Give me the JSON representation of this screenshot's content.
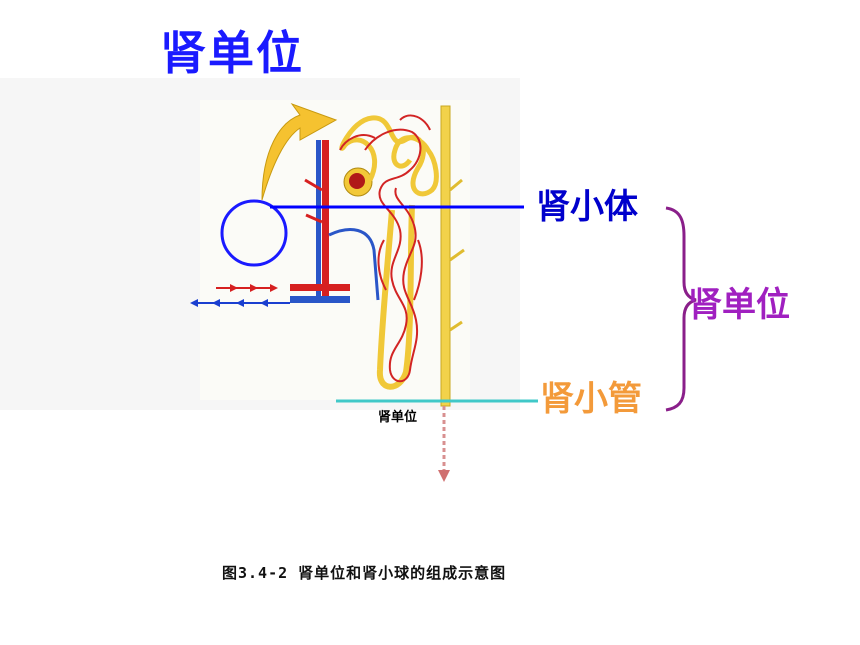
{
  "title": "肾单位",
  "labels": {
    "renal_corpuscle": "肾小体",
    "nephron": "肾单位",
    "renal_tubule": "肾小管",
    "figure_inner_label": "肾单位"
  },
  "caption": "图3.4-2   肾单位和肾小球的组成示意图",
  "colors": {
    "title": "#1a1aff",
    "renal_corpuscle_label": "#0000cc",
    "nephron_label": "#a020c0",
    "renal_tubule_label": "#f39a3a",
    "corpuscle_line": "#0000ff",
    "tubule_line": "#40c8c8",
    "brace": "#8a1f8a"
  }
}
